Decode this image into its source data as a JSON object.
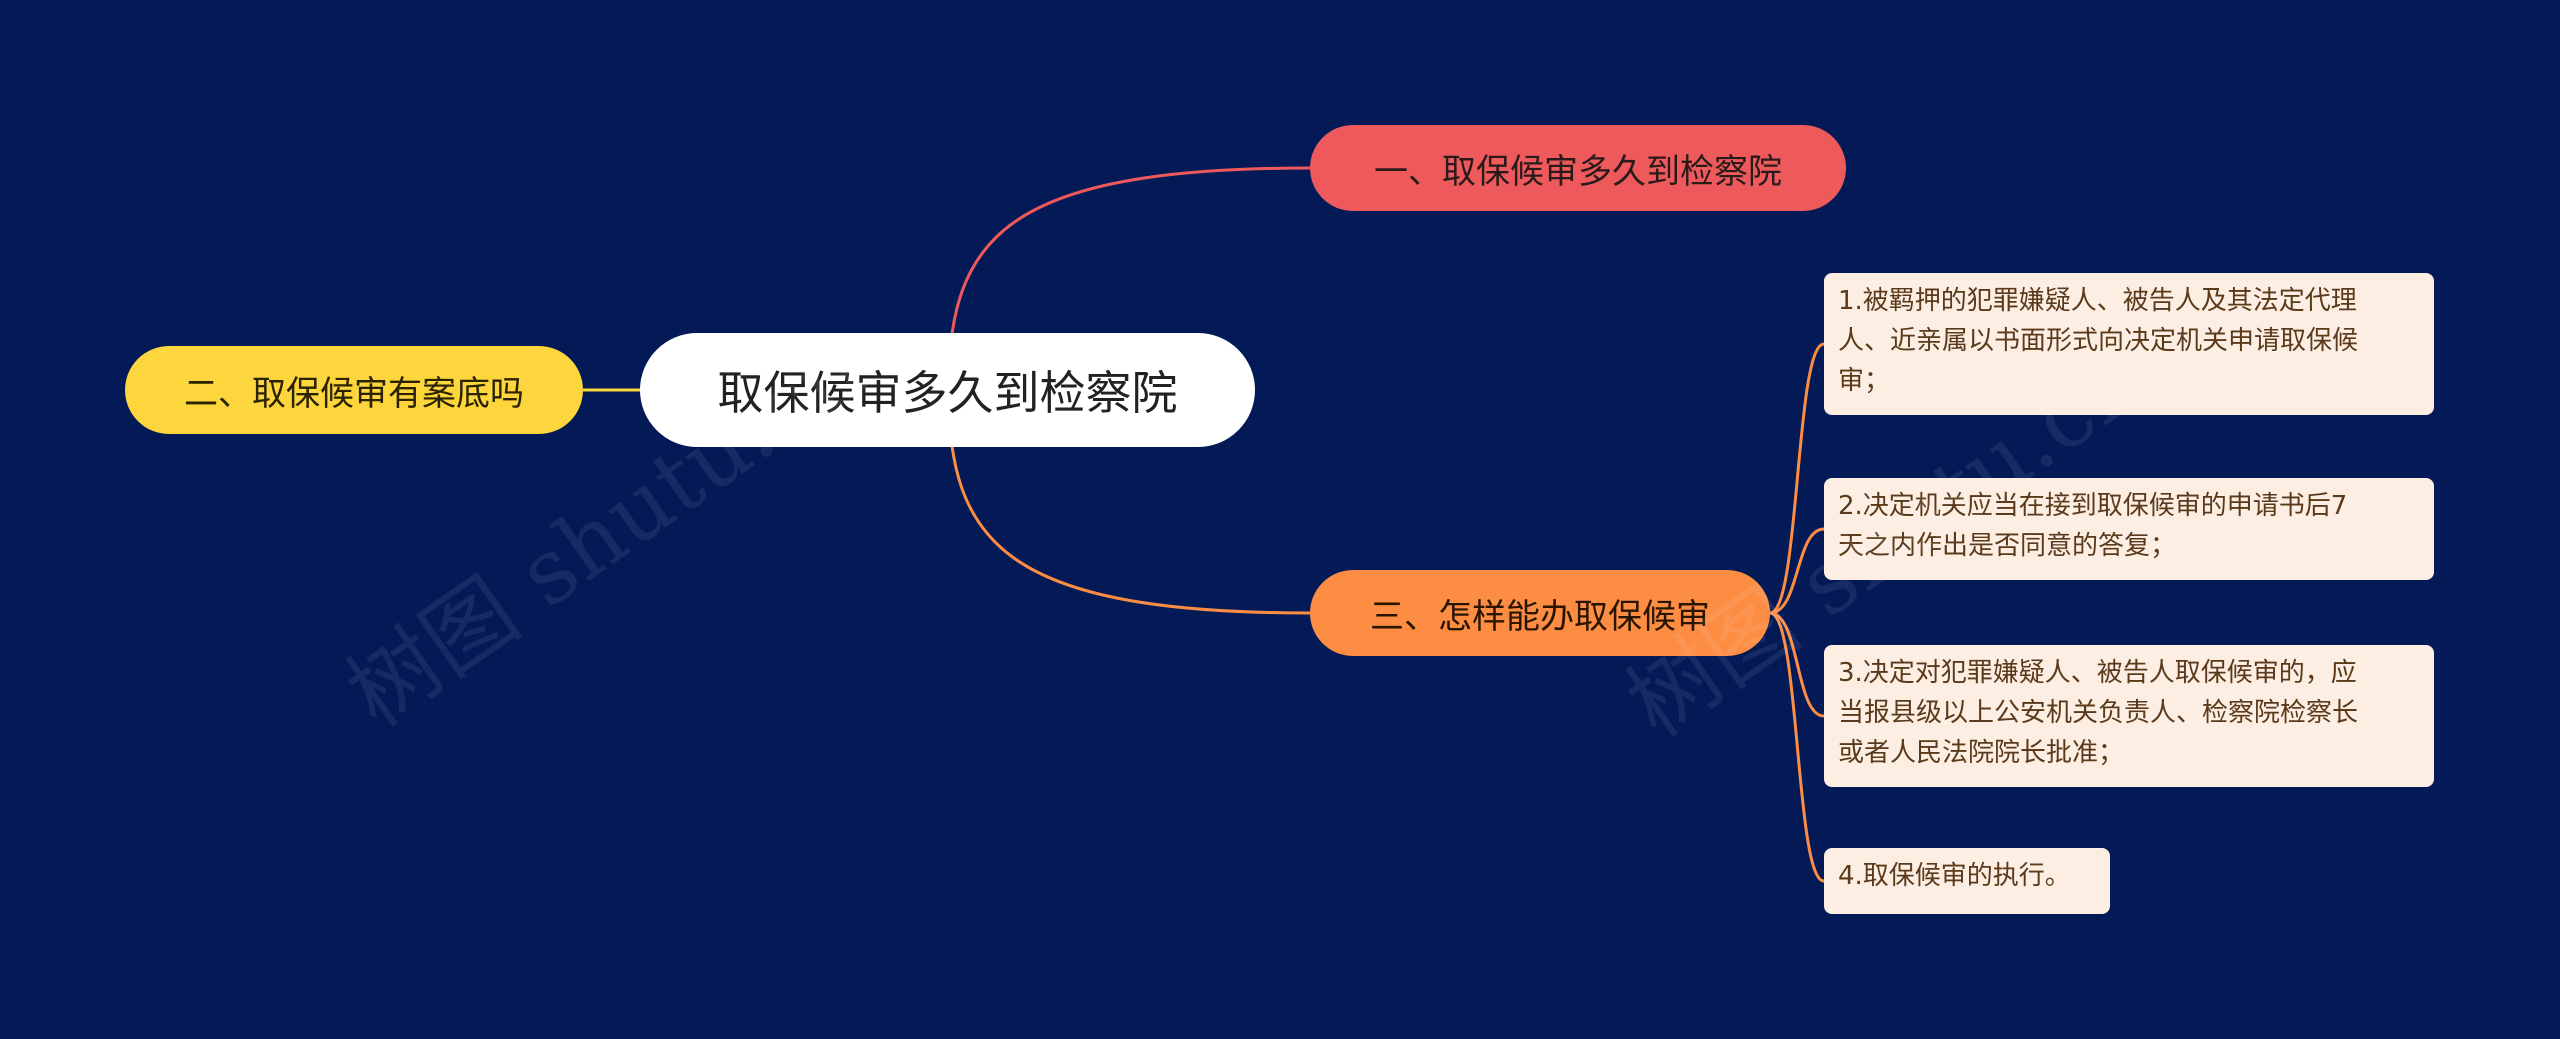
{
  "diagram": {
    "type": "mind-map",
    "root": "取保候审多久到检察院",
    "branches": [
      {
        "id": "b1",
        "label": "一、取保候审多久到检察院",
        "color": "#ee5a5c"
      },
      {
        "id": "b2",
        "label": "二、取保候审有案底吗",
        "color": "#fcd63c"
      },
      {
        "id": "b3",
        "label": "三、怎样能办取保候审",
        "color": "#fc8d43"
      }
    ],
    "leaves": [
      "1.被羁押的犯罪嫌疑人、被告人及其法定代理\n人、近亲属以书面形式向决定机关申请取保候\n审；",
      "2.决定机关应当在接到取保候审的申请书后7\n天之内作出是否同意的答复；",
      "3.决定对犯罪嫌疑人、被告人取保候审的，应\n当报县级以上公安机关负责人、检察院检察长\n或者人民法院院长批准；",
      "4.取保候审的执行。"
    ]
  },
  "watermark": "树图 shutu.cn"
}
